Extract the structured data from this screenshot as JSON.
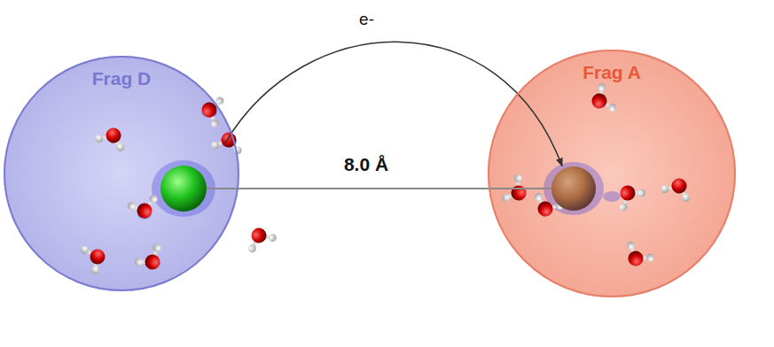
{
  "diagram": {
    "nodes": [
      {
        "text": [
          "Frag D"
        ]
      },
      {
        "text": [
          "Frag A"
        ]
      }
    ],
    "edges": [
      {
        "from": 0,
        "to": 1,
        "arrow": "to",
        "label": "e-"
      }
    ],
    "labels": [
      "8.0 Å"
    ]
  }
}
